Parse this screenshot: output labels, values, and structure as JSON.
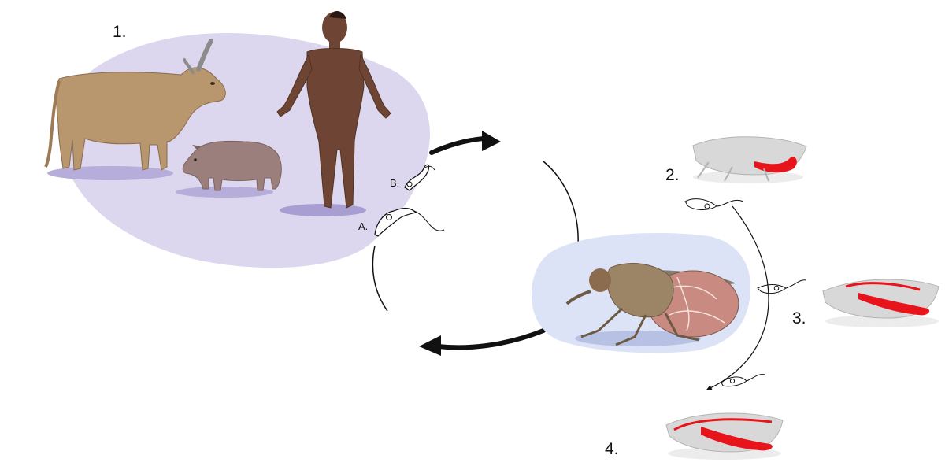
{
  "labels": {
    "host_group": "1.",
    "stage_2": "2.",
    "stage_3": "3.",
    "stage_4": "4.",
    "form_a": "A.",
    "form_b": "B."
  },
  "icons": {
    "cattle": "cattle-icon",
    "pig": "pig-icon",
    "human": "human-figure-icon",
    "tsetse_fly": "tsetse-fly-icon",
    "trypanosome": "trypanosome-icon",
    "cycle_arrow": "curved-arrow-icon"
  },
  "colors": {
    "host_blob": "#dcd6ef",
    "vector_blob": "#dde3f6",
    "infection_red": "#e8141b",
    "cattle_fur": "#b8966e",
    "pig_skin": "#9a7f7c",
    "human_skin": "#6e4535",
    "fly_body": "#9c8467",
    "fly_abdomen": "#c98a82",
    "arrow": "#111111"
  }
}
